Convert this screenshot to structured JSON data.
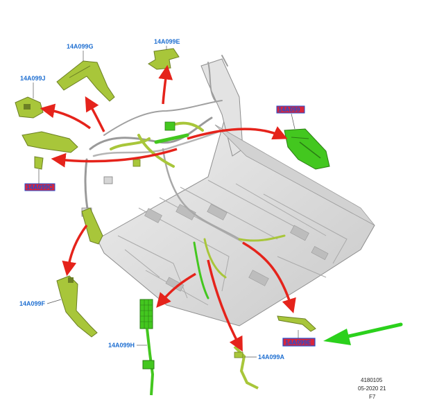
{
  "labels": {
    "g": "14A099G",
    "e_top": "14A099E",
    "j": "14A099J",
    "red_top": "14A099",
    "red_left": "14A099C",
    "f": "14A099F",
    "h": "14A099H",
    "a": "14A099A",
    "e_bottom": "14A099E"
  },
  "footer": {
    "line1": "4180105",
    "line2": "05-2020 21",
    "line3": "F7"
  },
  "colors": {
    "callout_text": "#1f6fd1",
    "highlight_box_fill": "#d7263d",
    "highlight_box_border": "#1f4fd1",
    "arrow_red": "#e5231b",
    "arrow_green": "#2bd11c",
    "harness_olive": "#a8c63a",
    "harness_bright_green": "#43c71f",
    "floor_grey": "#dcdcdc"
  }
}
